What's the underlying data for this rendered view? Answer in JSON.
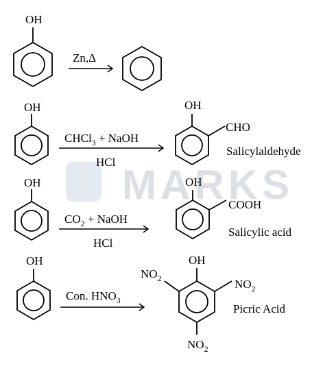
{
  "watermark": {
    "text": "MARKS"
  },
  "reactions": [
    {
      "reactant_group": "OH",
      "reagent": "Zn,Δ",
      "product_group": ""
    },
    {
      "reactant_group": "OH",
      "reagent_top": "CHCl",
      "reagent_top_sub": "3",
      "reagent_top_rest": " + NaOH",
      "reagent_bottom": "HCl",
      "product_oh": "OH",
      "product_group": "CHO",
      "product_name": "Salicylaldehyde"
    },
    {
      "reactant_group": "OH",
      "reagent_top": "CO",
      "reagent_top_sub": "2",
      "reagent_top_rest": " + NaOH",
      "reagent_bottom": "HCl",
      "product_oh": "OH",
      "product_group": "COOH",
      "product_name": "Salicylic acid"
    },
    {
      "reactant_group": "OH",
      "reagent_top": "Con. HNO",
      "reagent_top_sub": "3",
      "product_oh": "OH",
      "nitro_main": "NO",
      "nitro_sub": "2",
      "product_name": "Picric Acid"
    }
  ]
}
